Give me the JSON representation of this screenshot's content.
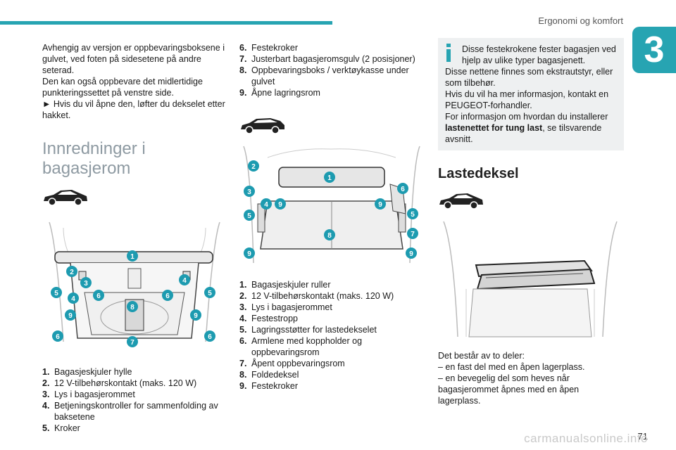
{
  "header": {
    "title": "Ergonomi og komfort",
    "chapter": "3"
  },
  "col1": {
    "intro": [
      "Avhengig av versjon er oppbevaringsboksene i gulvet, ved foten på sidesetene på andre seterad.",
      "Den kan også oppbevare det midlertidige punkteringssettet på venstre side.",
      "Hvis du vil åpne den, løfter du dekselet etter hakket."
    ],
    "heading": "Innredninger i bagasjerom",
    "list": [
      {
        "num": "1.",
        "text": "Bagasjeskjuler hylle"
      },
      {
        "num": "2.",
        "text": "12 V-tilbehørskontakt (maks. 120 W)"
      },
      {
        "num": "3.",
        "text": "Lys i bagasjerommet"
      },
      {
        "num": "4.",
        "text": "Betjeningskontroller for sammenfolding av baksetene"
      },
      {
        "num": "5.",
        "text": "Kroker"
      }
    ]
  },
  "col2": {
    "list_top": [
      {
        "num": "6.",
        "text": "Festekroker"
      },
      {
        "num": "7.",
        "text": "Justerbart bagasjeromsgulv (2 posisjoner)"
      },
      {
        "num": "8.",
        "text": "Oppbevaringsboks / verktøykasse under gulvet"
      },
      {
        "num": "9.",
        "text": "Åpne lagringsrom"
      }
    ],
    "list_bottom": [
      {
        "num": "1.",
        "text": "Bagasjeskjuler ruller"
      },
      {
        "num": "2.",
        "text": "12 V-tilbehørskontakt (maks. 120 W)"
      },
      {
        "num": "3.",
        "text": "Lys i bagasjerommet"
      },
      {
        "num": "4.",
        "text": "Festestropp"
      },
      {
        "num": "5.",
        "text": "Lagringsstøtter for lastedekselet"
      },
      {
        "num": "6.",
        "text": "Armlene med koppholder og oppbevaringsrom"
      },
      {
        "num": "7.",
        "text": "Åpent oppbevaringsrom"
      },
      {
        "num": "8.",
        "text": "Foldedeksel"
      },
      {
        "num": "9.",
        "text": "Festekroker"
      }
    ]
  },
  "col3": {
    "info": {
      "line1": "Disse festekrokene fester bagasjen ved hjelp av ulike typer bagasjenett.",
      "line2": "Disse nettene finnes som ekstrautstyr, eller som tilbehør.",
      "line3": "Hvis du vil ha mer informasjon, kontakt en PEUGEOT-forhandler.",
      "line4_pre": "For informasjon om hvordan du installerer ",
      "line4_bold": "lastenettet for tung last",
      "line4_post": ", se tilsvarende avsnitt."
    },
    "heading": "Lastedeksel",
    "desc": [
      "Det består av to deler:",
      "– en fast del med en åpen lagerplass.",
      "– en bevegelig del som heves når bagasjerommet åpnes med en åpen lagerplass."
    ]
  },
  "footer": {
    "page": "71",
    "watermark": "carmanualsonline.info"
  },
  "colors": {
    "accent": "#27a4b2",
    "callout": "#1d9bb0",
    "heading_grey": "#8e9aa2",
    "info_bg": "#eef0f1"
  }
}
